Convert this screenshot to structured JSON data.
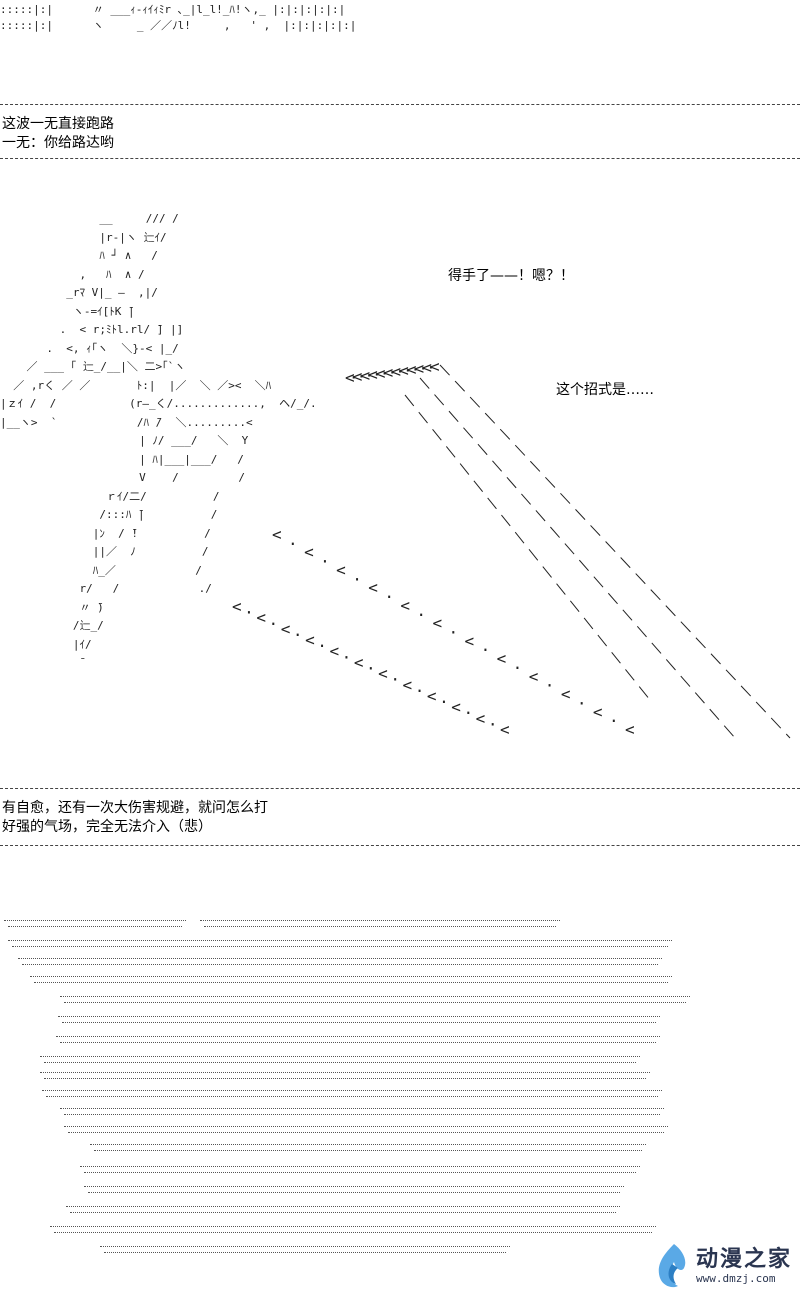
{
  "top_art": {
    "line1": ":::::|:|      〃 ___ｨ-ｨｲｨﾐr ､_|l_l!_ﾊ!ヽ,_ |:|:|:|:|:|",
    "line2": ":::::|:|      ヽ     _ ／／ﾉl!     ,   ' ,  |:|:|:|:|:|"
  },
  "panel1": {
    "line1": "这波一无直接跑路",
    "line2": "一无：你给路达哟"
  },
  "panel2": {
    "speech1": "得手了——！嗯？！",
    "speech2": "这个招式是……",
    "figure": [
      "               __     /// /",
      "               |r-|ヽ 辷ｲ/",
      "               ﾊ ┘ ∧   /",
      "            ,   ﾊ  ∧ /",
      "          _rﾏ V|_ ―  ,|/",
      "           ヽ-=ｲ[ﾄK ̄|",
      "         .  < r;ﾐﾄl.rl/ ̄] |]",
      "       .  <, ｨ｢ヽ  ＼}-< |_/",
      "    ／ ___ ｢ 辷_/__|＼ 二>｢`ヽ",
      "  ／ ,rく ／ ／       ﾄ:|  |／  ＼ ／><  ＼ﾊ",
      "|ｚｲ /  /           (r―_く/.............,  ヘ/_/.",
      "|__ヽ>  `            /ﾊ ̄/  ＼.........<",
      "                     | ﾉ/ ___/   ＼  Y",
      "                     | ﾊ|___|___/   /",
      "                     V    /         /",
      "                ｒｲ/二/          /",
      "               /:::ﾊ ̄|          /",
      "              |ﾝ  / ̄!          /",
      "              ||／  ﾉ          /",
      "              ﾊ_／            /",
      "            r/   /            ./",
      "            〃 ̄)",
      "           /辷_/",
      "           |ｲ/",
      "            ̄"
    ]
  },
  "panel3": {
    "line1": "有自愈，还有一次大伤害规避，就问怎么打",
    "line2": "好强的气场，完全无法介入（悲）"
  },
  "watermark": {
    "title": "动漫之家",
    "url": "www.dmzj.com",
    "color": "#2a3550"
  }
}
